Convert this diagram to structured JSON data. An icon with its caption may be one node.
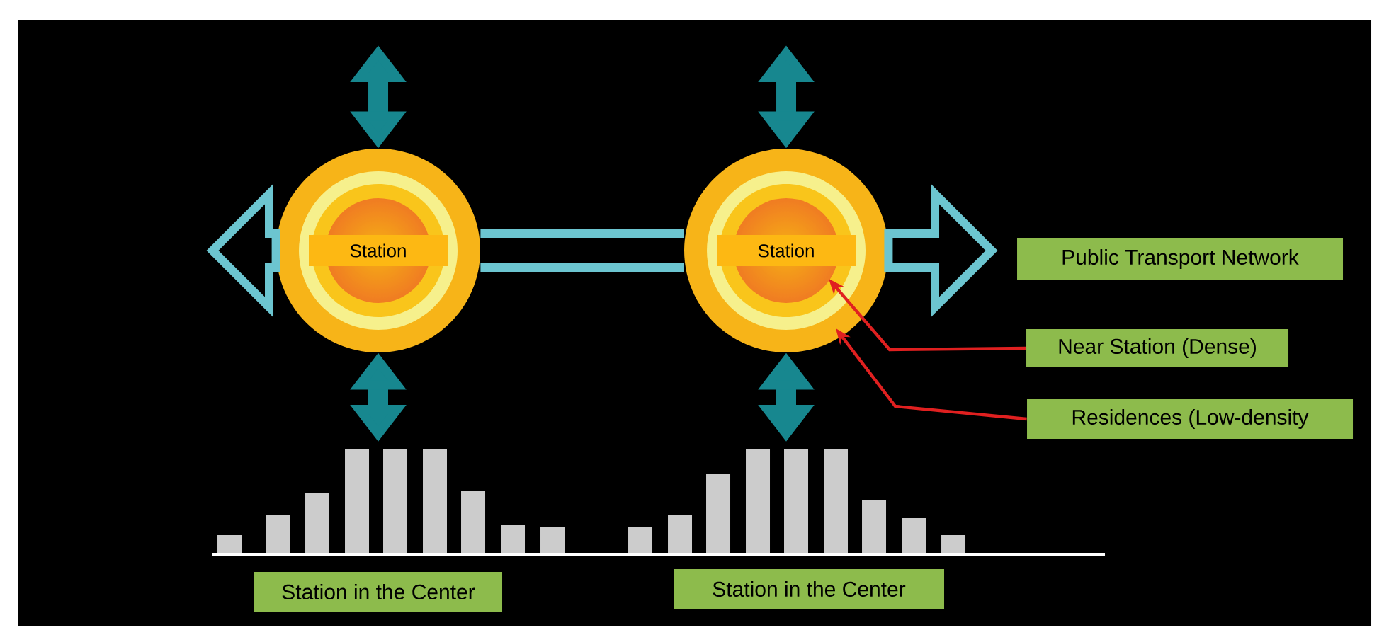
{
  "diagram": {
    "nodes": [
      {
        "text": [
          "Station"
        ]
      },
      {
        "text": [
          "Station"
        ]
      },
      {
        "text": [
          "Public Transport Network"
        ]
      },
      {
        "text": [
          "Near Station (Dense)"
        ]
      },
      {
        "text": [
          "Residences (Low-density"
        ]
      },
      {
        "text": [
          "Station in the Center"
        ]
      },
      {
        "text": [
          "Station in the Center"
        ]
      }
    ],
    "edges": [
      {
        "from": 0,
        "to": 1,
        "arrow": "none",
        "color": "#6cc5d0"
      },
      {
        "from": 0,
        "to": null,
        "arrow": "to",
        "color": "#6cc5d0"
      },
      {
        "from": 1,
        "to": null,
        "arrow": "to",
        "color": "#6cc5d0"
      },
      {
        "from": null,
        "to": 0,
        "arrow": "both",
        "color": "#17878f"
      },
      {
        "from": 0,
        "to": null,
        "arrow": "both",
        "color": "#17878f"
      },
      {
        "from": null,
        "to": 1,
        "arrow": "both",
        "color": "#17878f"
      },
      {
        "from": 1,
        "to": null,
        "arrow": "both",
        "color": "#17878f"
      },
      {
        "from": 3,
        "to": 1,
        "arrow": "to",
        "color": "#e02020"
      },
      {
        "from": 4,
        "to": 1,
        "arrow": "to",
        "color": "#e02020"
      }
    ]
  }
}
